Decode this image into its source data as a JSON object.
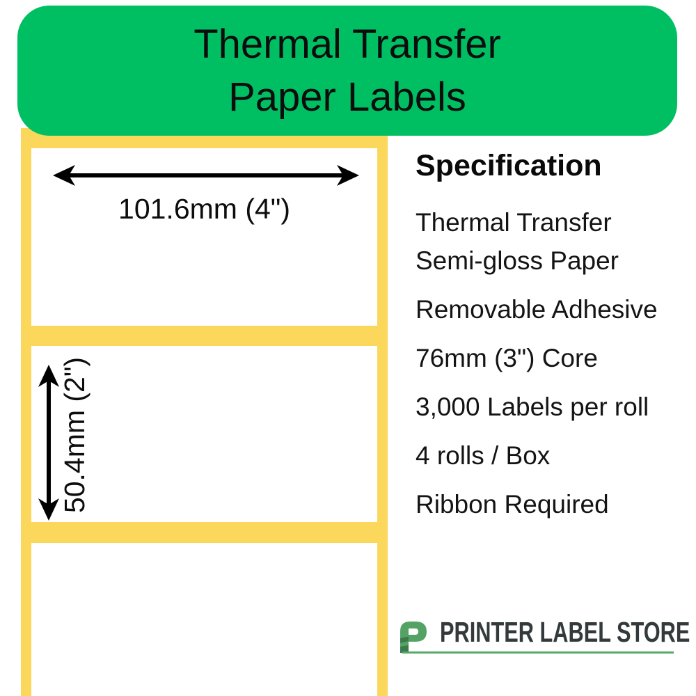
{
  "header": {
    "title_line1": "Thermal Transfer",
    "title_line2": "Paper Labels"
  },
  "label_roll": {
    "width_dimension": "101.6mm (4\")",
    "height_dimension": "50.4mm (2\")"
  },
  "specification": {
    "heading": "Specification",
    "items": [
      "Thermal Transfer\nSemi-gloss Paper",
      "Removable Adhesive",
      "76mm (3\") Core",
      "3,000 Labels per roll",
      "4 rolls / Box",
      "Ribbon Required"
    ]
  },
  "logo": {
    "mark": "P",
    "text": "PRINTER LABEL STORE"
  },
  "colors": {
    "header_green": "#00BF63",
    "roll_yellow": "#FBD75B",
    "logo_green": "#55A364",
    "logo_green_dark": "#3C7A4E",
    "logo_text": "#343A3B",
    "underline_green": "#58A96B",
    "text_black": "#0d0d0d"
  }
}
